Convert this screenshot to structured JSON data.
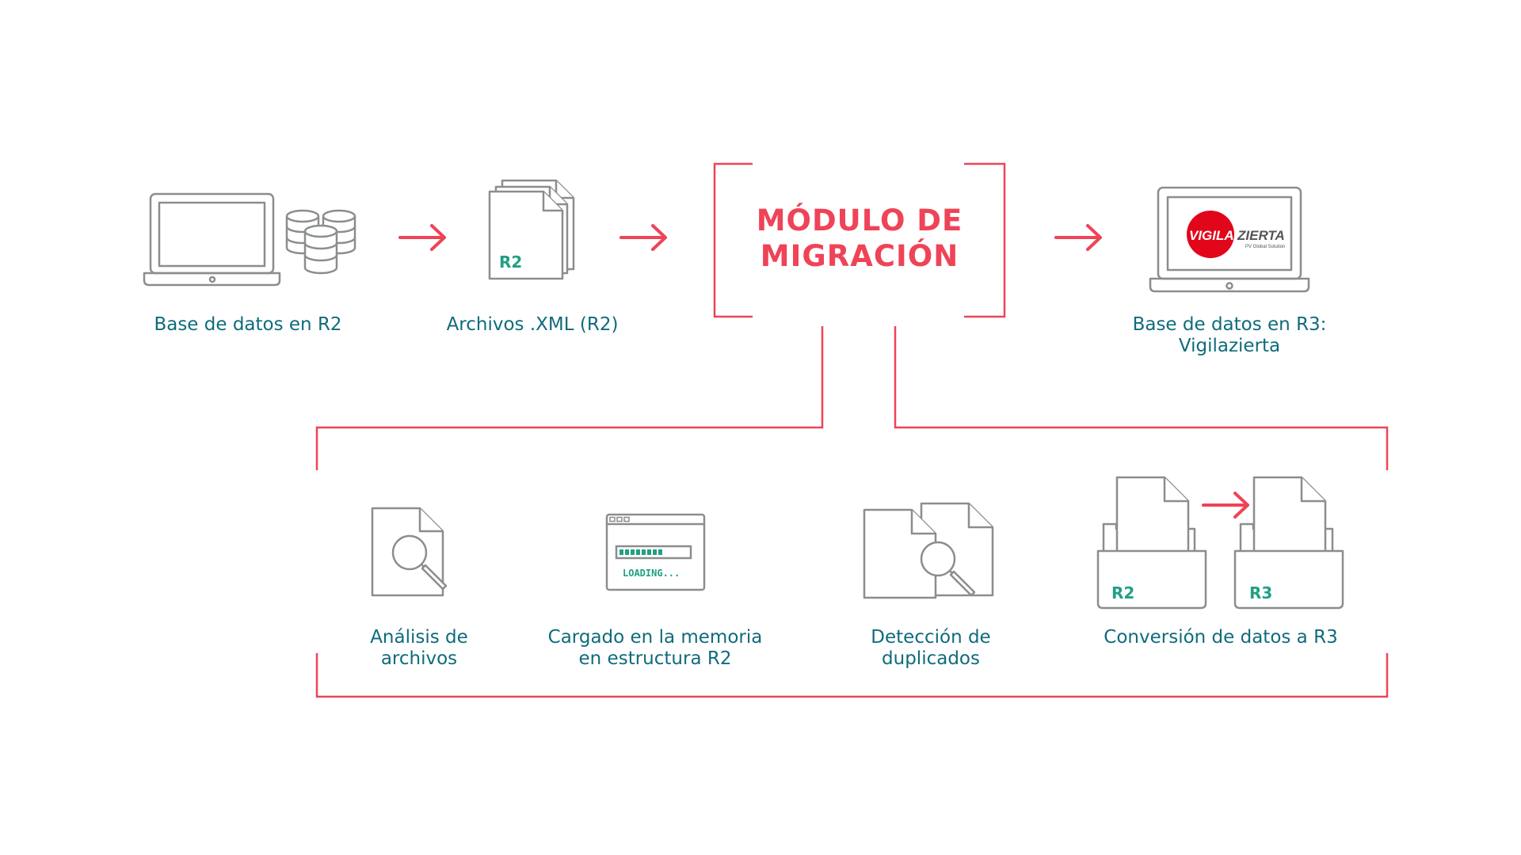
{
  "colors": {
    "accent": "#ef4358",
    "label": "#0f6b7c",
    "icon_stroke": "#8a8e8c",
    "tag": "#21a083",
    "logo_red": "#e2061b"
  },
  "top_row": {
    "db_r2_label": "Base de datos en R2",
    "xml_label": "Archivos .XML (R2)",
    "xml_tag": "R2",
    "module_title_line1": "MÓDULO DE",
    "module_title_line2": "MIGRACIÓN",
    "db_r3_label_line1": "Base de datos en R3:",
    "db_r3_label_line2": "Vigilazierta",
    "logo": {
      "left": "VIGILA",
      "right": "ZIERTA",
      "subtitle": "PV Global Solution"
    }
  },
  "steps": {
    "analysis_line1": "Análisis de",
    "analysis_line2": "archivos",
    "loading_line1": "Cargado en la memoria",
    "loading_line2": "en estructura R2",
    "loading_text": "LOADING...",
    "duplicates_line1": "Detección de",
    "duplicates_line2": "duplicados",
    "conversion_label": "Conversión de datos a R3",
    "conversion_tag_from": "R2",
    "conversion_tag_to": "R3"
  }
}
